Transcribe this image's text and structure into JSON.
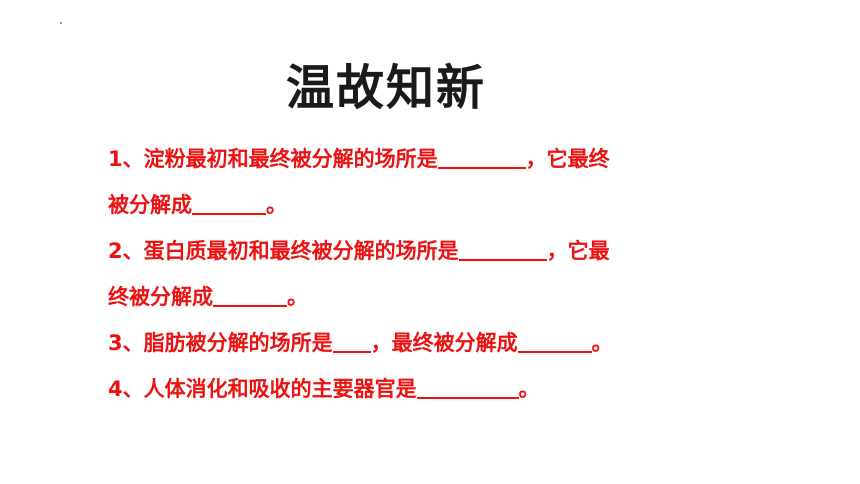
{
  "slide": {
    "title": "温故知新",
    "questions": [
      {
        "line1_before": "1、淀粉最初和最终被分解的场所是",
        "line1_after": "，它最终",
        "line2_before": "被分解成",
        "line2_after": "。"
      },
      {
        "line1_before": "2、蛋白质最初和最终被分解的场所是",
        "line1_after": "，它最",
        "line2_before": "终被分解成",
        "line2_after": "。"
      },
      {
        "before": "3、脂肪被分解的场所是",
        "middle": "，最终被分解成",
        "after": "。"
      },
      {
        "before": "4、人体消化和吸收的主要器官是",
        "after": "。"
      }
    ]
  },
  "colors": {
    "question_text": "#ee1111",
    "title_text": "#1a1a1a",
    "background": "#ffffff"
  }
}
